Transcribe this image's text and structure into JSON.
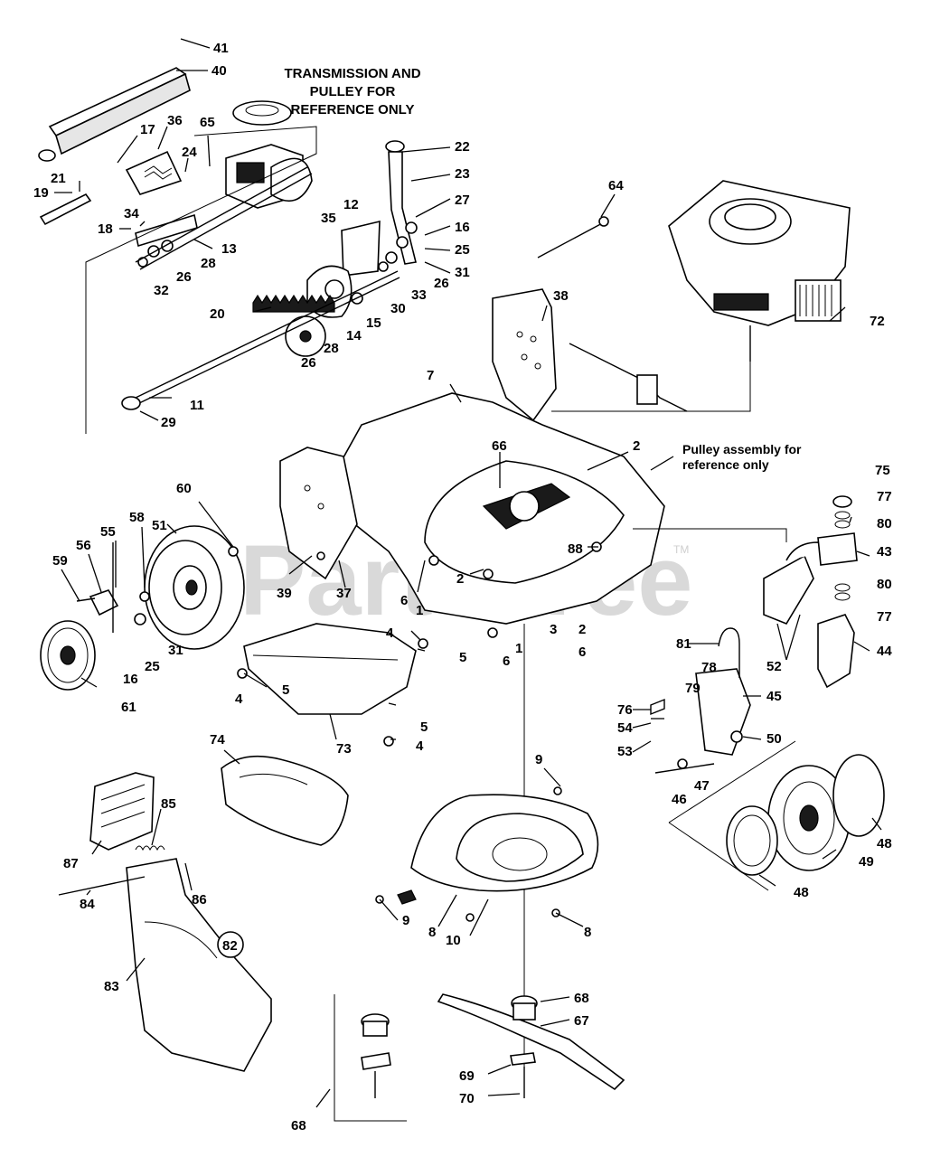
{
  "header_note": [
    "TRANSMISSION AND",
    "PULLEY FOR",
    "REFERENCE ONLY"
  ],
  "pulley_note": [
    "Pulley assembly for",
    "reference only"
  ],
  "watermark": "PartsTree",
  "watermark_tm": "TM",
  "callouts": {
    "c41": "41",
    "c40": "40",
    "c17": "17",
    "c36": "36",
    "c65": "65",
    "c24": "24",
    "c21": "21",
    "c19": "19",
    "c18": "18",
    "c34": "34",
    "c28a": "28",
    "c26a": "26",
    "c32": "32",
    "c13": "13",
    "c22": "22",
    "c23": "23",
    "c64": "64",
    "c27": "27",
    "c12": "12",
    "c35": "35",
    "c16a": "16",
    "c25a": "25",
    "c31a": "31",
    "c26b": "26",
    "c33": "33",
    "c30": "30",
    "c15": "15",
    "c14": "14",
    "c28b": "28",
    "c26c": "26",
    "c20": "20",
    "c38": "38",
    "c72": "72",
    "c11": "11",
    "c29": "29",
    "c7": "7",
    "c66": "66",
    "c2a": "2",
    "c75": "75",
    "c77a": "77",
    "c80a": "80",
    "c43": "43",
    "c80b": "80",
    "c77b": "77",
    "c44": "44",
    "c52": "52",
    "c60": "60",
    "c51": "51",
    "c58": "58",
    "c55": "55",
    "c56": "56",
    "c59": "59",
    "c39": "39",
    "c37": "37",
    "c6a": "6",
    "c1a": "1",
    "c2b": "2",
    "c88": "88",
    "c3": "3",
    "c2c": "2",
    "c6b": "6",
    "c1b": "1",
    "c6c": "6",
    "c4a": "4",
    "c5a": "5",
    "c31b": "31",
    "c25b": "25",
    "c16b": "16",
    "c61": "61",
    "c4b": "4",
    "c5b": "5",
    "c73": "73",
    "c5c": "5",
    "c4c": "4",
    "c81": "81",
    "c78": "78",
    "c79": "79",
    "c76": "76",
    "c45": "45",
    "c54": "54",
    "c53": "53",
    "c50": "50",
    "c47": "47",
    "c46": "46",
    "c9a": "9",
    "c74": "74",
    "c85": "85",
    "c87": "87",
    "c86": "86",
    "c84": "84",
    "c82": "82",
    "c83": "83",
    "c9b": "9",
    "c8a": "8",
    "c10": "10",
    "c8b": "8",
    "c48a": "48",
    "c49": "49",
    "c48b": "48",
    "c68a": "68",
    "c67": "67",
    "c69": "69",
    "c70": "70",
    "c68b": "68"
  }
}
